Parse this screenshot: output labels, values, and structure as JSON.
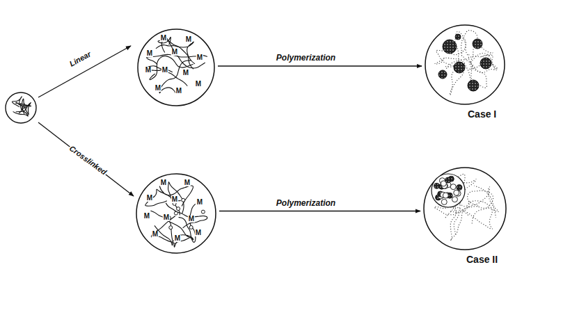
{
  "diagram": {
    "nodes": [
      {
        "text": [
          "M",
          "M",
          "M",
          "M",
          "M",
          "M",
          "M",
          "M",
          "M",
          "M",
          "M"
        ]
      },
      {
        "text": [
          "Case I"
        ]
      },
      {
        "text": [
          "M",
          "M",
          "M",
          "M",
          "M",
          "M",
          "M",
          "M",
          "M",
          "M",
          "M"
        ]
      },
      {
        "text": [
          "Case II"
        ]
      }
    ],
    "edges": [
      {
        "from": 0,
        "to": 1,
        "label": "Polymerization",
        "arrow": "to"
      },
      {
        "from": 2,
        "to": 3,
        "label": "Polymerization",
        "arrow": "to"
      }
    ],
    "labels": [
      "Linear",
      "Crosslinked"
    ]
  }
}
